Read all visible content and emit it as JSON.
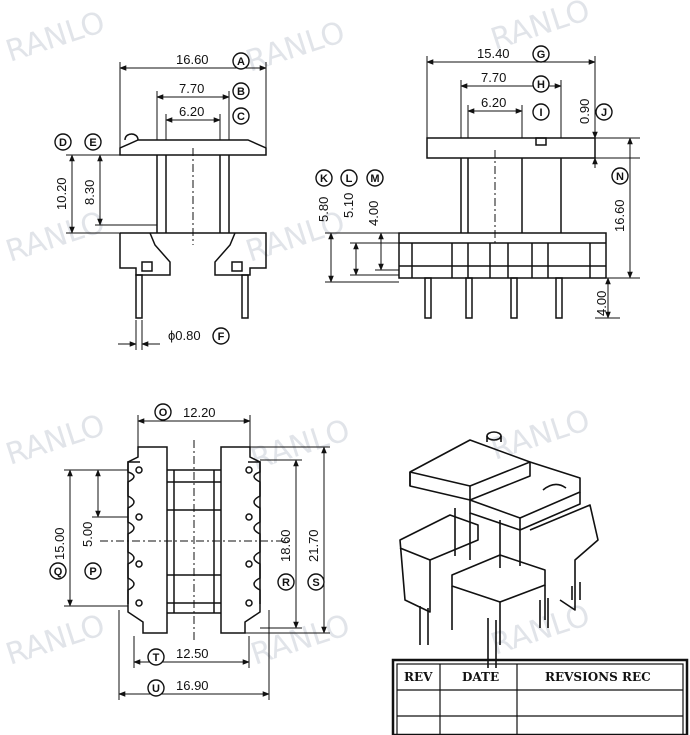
{
  "watermark": "RANLO",
  "dimensions": {
    "A": "16.60",
    "B": "7.70",
    "C": "6.20",
    "D": "10.20",
    "E": "8.30",
    "F": "ϕ0.80",
    "G": "15.40",
    "H": "7.70",
    "I": "6.20",
    "J": "0.90",
    "K": "5.80",
    "L": "5.10",
    "M": "4.00",
    "N": "16.60",
    "N2": "4.00",
    "O": "12.20",
    "Q": "15.00",
    "P": "5.00",
    "R": "18.60",
    "S": "21.70",
    "T": "12.50",
    "U": "16.90"
  },
  "tags": [
    "A",
    "B",
    "C",
    "D",
    "E",
    "F",
    "G",
    "H",
    "I",
    "J",
    "K",
    "L",
    "M",
    "N",
    "O",
    "P",
    "Q",
    "R",
    "S",
    "T",
    "U"
  ],
  "revision_table": {
    "headers": [
      "REV",
      "DATE",
      "REVSIONS REC"
    ]
  },
  "colors": {
    "line": "#111111",
    "watermark": "#c9ced8"
  }
}
